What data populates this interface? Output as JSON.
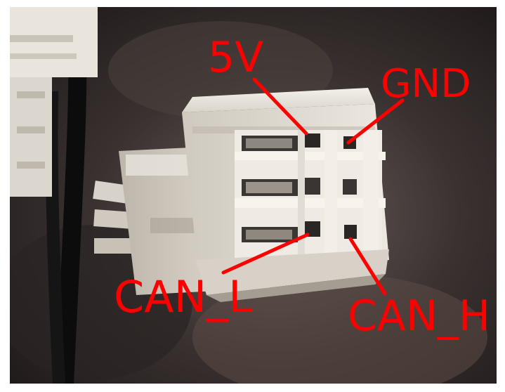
{
  "labels": {
    "five_v": "5V",
    "gnd": "GND",
    "can_l": "CAN_L",
    "can_h": "CAN_H"
  },
  "colors": {
    "annotation": "#ff0000",
    "frame": "#ffffff"
  }
}
